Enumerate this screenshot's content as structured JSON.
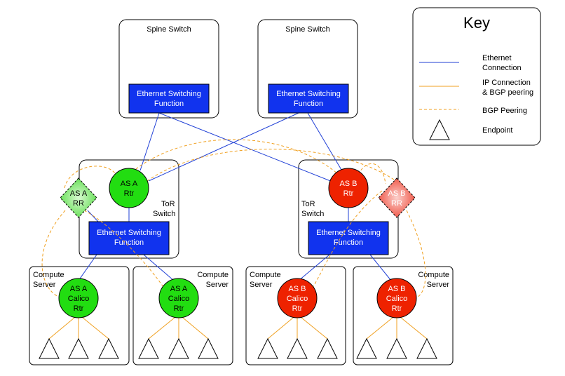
{
  "spine_left": {
    "label": "Spine Switch",
    "function_line1": "Ethernet Switching",
    "function_line2": "Function"
  },
  "spine_right": {
    "label": "Spine Switch",
    "function_line1": "Ethernet Switching",
    "function_line2": "Function"
  },
  "tor_a": {
    "label_line1": "ToR",
    "label_line2": "Switch",
    "function_line1": "Ethernet Switching",
    "function_line2": "Function"
  },
  "tor_b": {
    "label_line1": "ToR",
    "label_line2": "Switch",
    "function_line1": "Ethernet Switching",
    "function_line2": "Function"
  },
  "as_a_rtr": {
    "line1": "AS A",
    "line2": "Rtr"
  },
  "as_b_rtr": {
    "line1": "AS B",
    "line2": "Rtr"
  },
  "as_a_rr": {
    "line1": "AS A",
    "line2": "RR"
  },
  "as_b_rr": {
    "line1": "AS B",
    "line2": "RR"
  },
  "servers": [
    {
      "label_line1": "Compute",
      "label_line2": "Server",
      "rtr_line1": "AS A",
      "rtr_line2": "Calico",
      "rtr_line3": "Rtr"
    },
    {
      "label_line1": "Compute",
      "label_line2": "Server",
      "rtr_line1": "AS A",
      "rtr_line2": "Calico",
      "rtr_line3": "Rtr"
    },
    {
      "label_line1": "Compute",
      "label_line2": "Server",
      "rtr_line1": "AS B",
      "rtr_line2": "Calico",
      "rtr_line3": "Rtr"
    },
    {
      "label_line1": "Compute",
      "label_line2": "Server",
      "rtr_line1": "AS B",
      "rtr_line2": "Calico",
      "rtr_line3": "Rtr"
    }
  ],
  "key": {
    "title": "Key",
    "ethernet_line1": "Ethernet",
    "ethernet_line2": "Connection",
    "ip_line1": "IP Connection",
    "ip_line2": "& BGP peering",
    "bgp": "BGP Peering",
    "endpoint": "Endpoint"
  },
  "colors": {
    "ethernet": "#1f3fd6",
    "ip_bgp": "#f0a020",
    "bgp_peering": "#f0a020",
    "switch_function": "#1133ee",
    "as_a": "#22dd11",
    "as_b": "#ee2200"
  }
}
